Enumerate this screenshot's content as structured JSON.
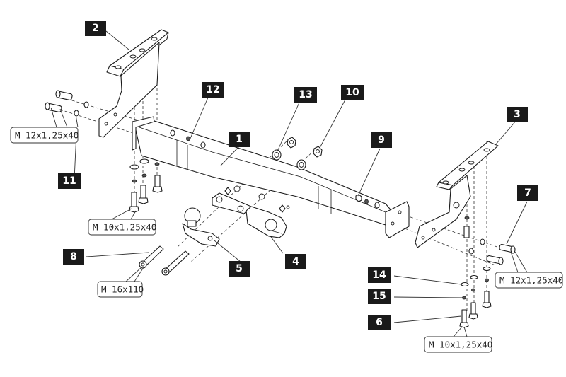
{
  "diagram": {
    "title": "Tow bar assembly exploded view",
    "callouts": [
      {
        "id": "1",
        "label": "1",
        "part": "crossbar"
      },
      {
        "id": "2",
        "label": "2",
        "part": "left-bracket"
      },
      {
        "id": "3",
        "label": "3",
        "part": "right-bracket"
      },
      {
        "id": "4",
        "label": "4",
        "part": "socket-plate"
      },
      {
        "id": "5",
        "label": "5",
        "part": "tow-ball"
      },
      {
        "id": "6",
        "label": "6",
        "part": "bolt-m10-right"
      },
      {
        "id": "7",
        "label": "7",
        "part": "bolt-m12-right"
      },
      {
        "id": "8",
        "label": "8",
        "part": "bolt-m16"
      },
      {
        "id": "9",
        "label": "9",
        "part": "nut-washer-right"
      },
      {
        "id": "10",
        "label": "10",
        "part": "nut-center"
      },
      {
        "id": "11",
        "label": "11",
        "part": "washer-left"
      },
      {
        "id": "12",
        "label": "12",
        "part": "nut-washer-left"
      },
      {
        "id": "13",
        "label": "13",
        "part": "washer-center"
      },
      {
        "id": "14",
        "label": "14",
        "part": "flat-washer"
      },
      {
        "id": "15",
        "label": "15",
        "part": "spring-washer"
      }
    ],
    "specs": {
      "bolt_left_m12": "M 12x1,25x40",
      "bolt_left_m10": "M 10x1,25x40",
      "bolt_m16": "M 16x110",
      "bolt_right_m12": "M 12x1,25x40",
      "bolt_right_m10": "M 10x1,25x40"
    }
  }
}
